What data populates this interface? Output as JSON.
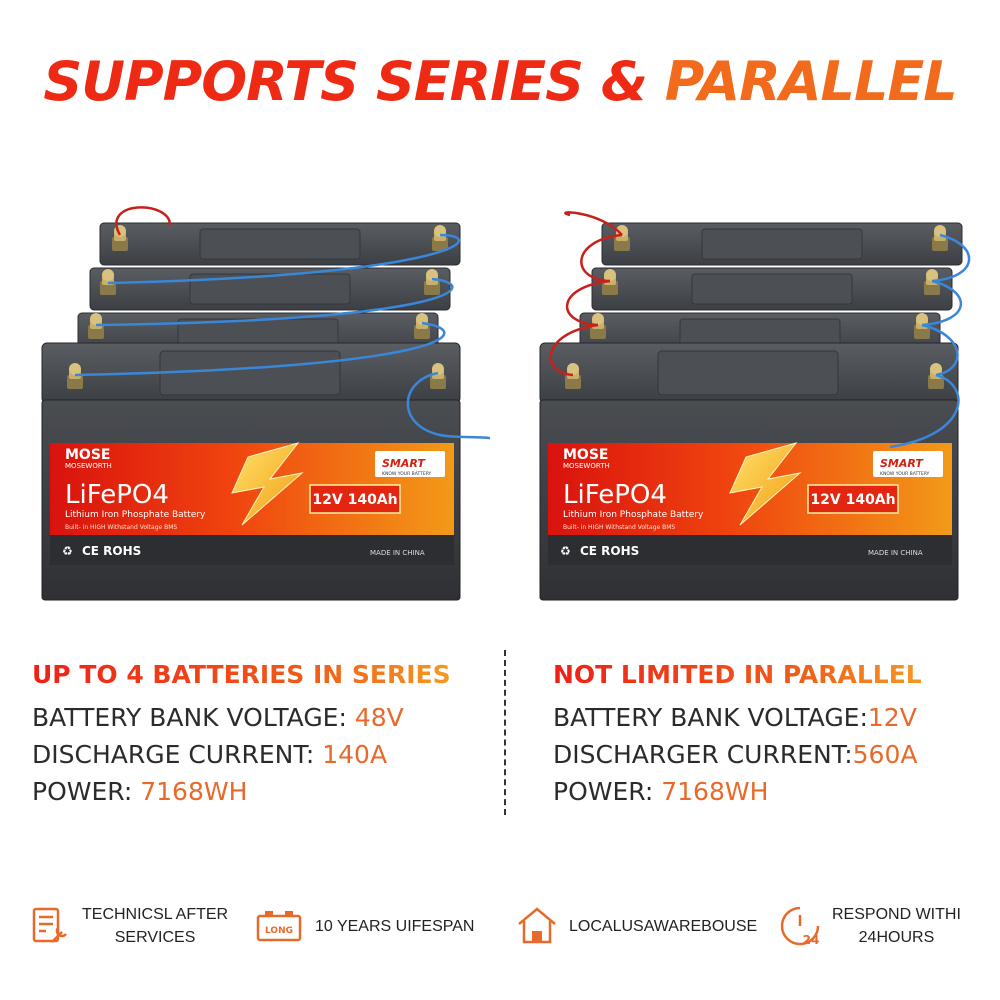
{
  "headline": {
    "part1": "SUPPORTS SERIES &",
    "part2": " PARALLEL"
  },
  "battery_label": {
    "brand": "MOSE",
    "brand_sub": "MOSEWORTH",
    "chemistry": "LiFePO4",
    "chemistry_sub": "Lithium Iron Phosphate Battery",
    "bms": "Built- in HIGH Withstand Voltage BMS",
    "rating": "12V 140Ah",
    "smart": "SMART",
    "smart_sub": "KNOW YOUR BATTERY",
    "marks": "CE ROHS",
    "origin": "MADE IN CHINA"
  },
  "series": {
    "heading": "UP TO 4 BATTERIES IN SERIES",
    "voltage_label": "BATTERY BANK VOLTAGE: ",
    "voltage_value": "48V",
    "current_label": "DISCHARGE CURRENT: ",
    "current_value": "140A",
    "power_label": "POWER: ",
    "power_value": "7168WH"
  },
  "parallel": {
    "heading": "NOT LIMITED IN PARALLEL",
    "voltage_label": "BATTERY BANK VOLTAGE:",
    "voltage_value": "12V",
    "current_label": "DISCHARGER CURRENT:",
    "current_value": "560A",
    "power_label": "POWER: ",
    "power_value": "7168WH"
  },
  "features": [
    {
      "icon": "service-document-icon",
      "line1": "TECHNICSL AFTER",
      "line2": "SERVICES"
    },
    {
      "icon": "long-battery-icon",
      "line1": "10 YEARS UIFESPAN",
      "line2": "",
      "badge": "LONG"
    },
    {
      "icon": "warehouse-icon",
      "line1": "LOCALUSAWAREBOUSE",
      "line2": ""
    },
    {
      "icon": "clock-24-icon",
      "line1": "RESPOND WITHI",
      "line2": "24HOURS",
      "badge": "24"
    }
  ],
  "colors": {
    "red": "#ef2a14",
    "orange": "#e9692a",
    "text": "#2b2b2b",
    "wire_blue": "#3a86d8",
    "wire_red": "#c8211c"
  }
}
